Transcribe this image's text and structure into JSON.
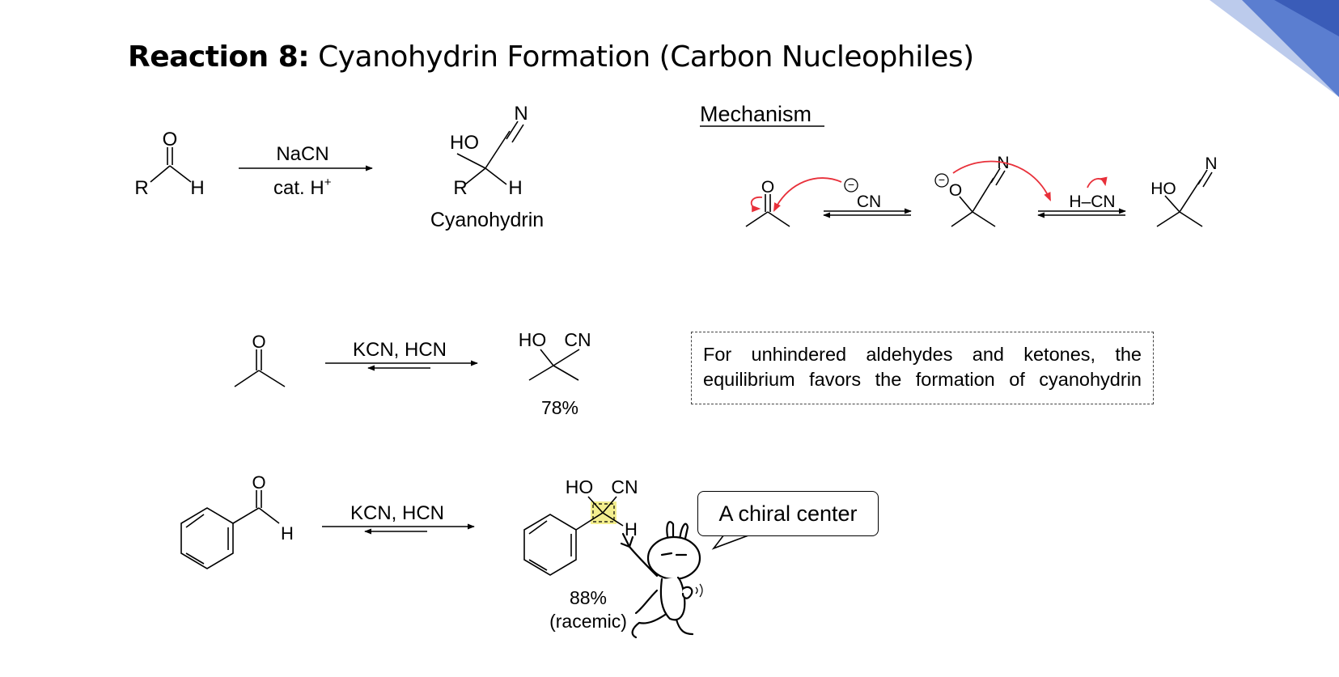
{
  "title": {
    "bold": "Reaction 8:",
    "rest": " Cyanohydrin Formation (Carbon Nucleophiles)"
  },
  "general": {
    "reactant": {
      "o": "O",
      "r": "R",
      "h": "H"
    },
    "reagent_top": "NaCN",
    "reagent_bottom": "cat. H",
    "reagent_bottom_sup": "+",
    "product": {
      "ho": "HO",
      "n": "N",
      "r": "R",
      "h": "H"
    },
    "product_name": "Cyanohydrin"
  },
  "mechanism": {
    "heading": "Mechanism",
    "o1": "O",
    "cn_minus": "CN",
    "o2": "O",
    "n2": "N",
    "hcn": "H–CN",
    "ho": "HO",
    "n3": "N",
    "minus": "−"
  },
  "example1": {
    "o": "O",
    "reagent": "KCN, HCN",
    "ho": "HO",
    "cn": "CN",
    "yield": "78%"
  },
  "note": {
    "line1": "For unhindered aldehydes and ketones, the",
    "line2": "equilibrium favors the formation of cyanohydrin"
  },
  "example2": {
    "o": "O",
    "h": "H",
    "reagent": "KCN, HCN",
    "ho": "HO",
    "cn": "CN",
    "h2": "H",
    "yield": "88%",
    "racemic": "(racemic)"
  },
  "callout": "A chiral center",
  "colors": {
    "arrow_red": "#e8303a",
    "corner_dark": "#4a6fc4",
    "corner_light": "#a9bde6",
    "highlight": "#f3ee8e"
  }
}
